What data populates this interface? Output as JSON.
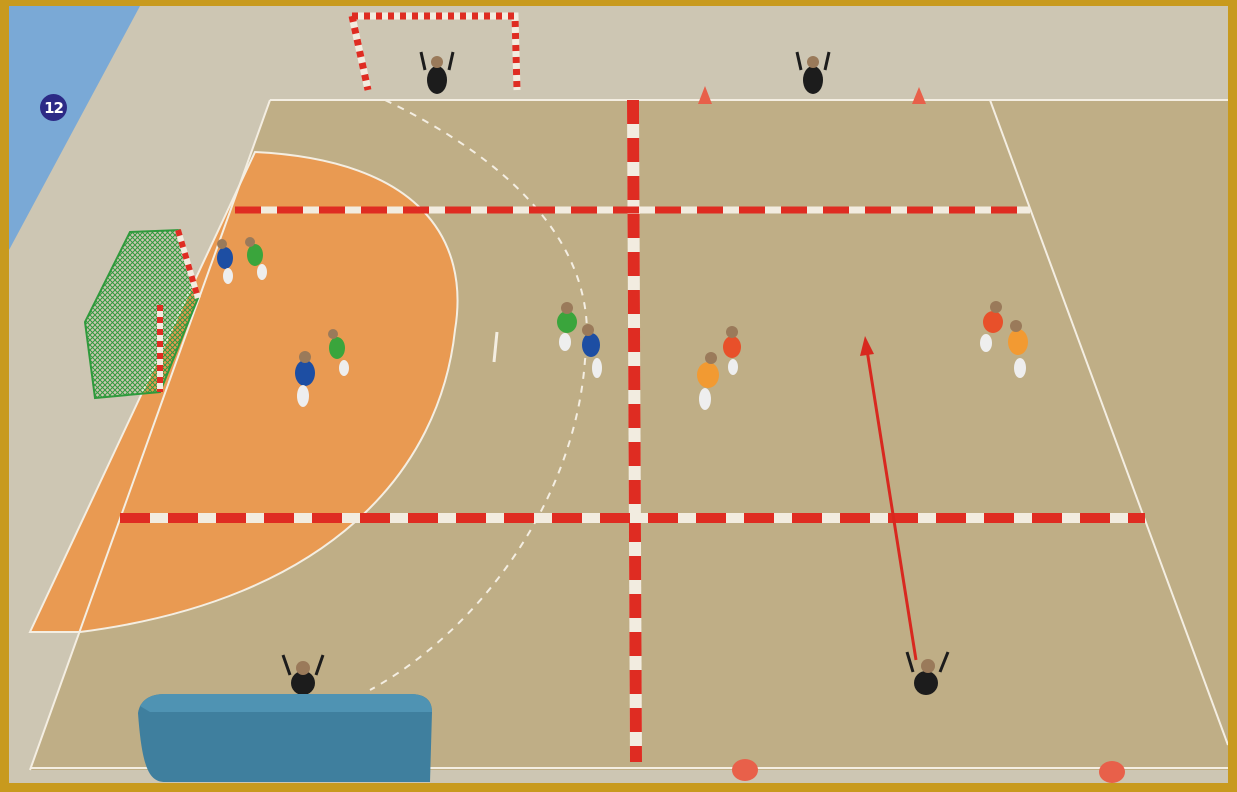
{
  "diagram": {
    "number_badge": "12"
  },
  "colors": {
    "frame": "#c89a1e",
    "floor": "#bfae86",
    "surround": "#cdc6b3",
    "water": "#7aa9d6",
    "goal_area": "#e99a52",
    "stripe_red": "#df2c22",
    "stripe_white": "#f2ece0",
    "team_blue": "#1d4ea3",
    "team_green": "#3aa53c",
    "team_red": "#e8502a",
    "team_orange": "#f29a32",
    "coach_black": "#1c1c1c",
    "crash_mat": "#3f7f9e",
    "goal_net": "#2f9a3c",
    "arrow": "#d8281f",
    "badge": "#2c2a86"
  },
  "icons": {
    "badge": "numbered-circle",
    "goal": "handball-goal-net",
    "cone": "cone-icon",
    "mat": "crash-mat",
    "arrow": "movement-arrow"
  }
}
